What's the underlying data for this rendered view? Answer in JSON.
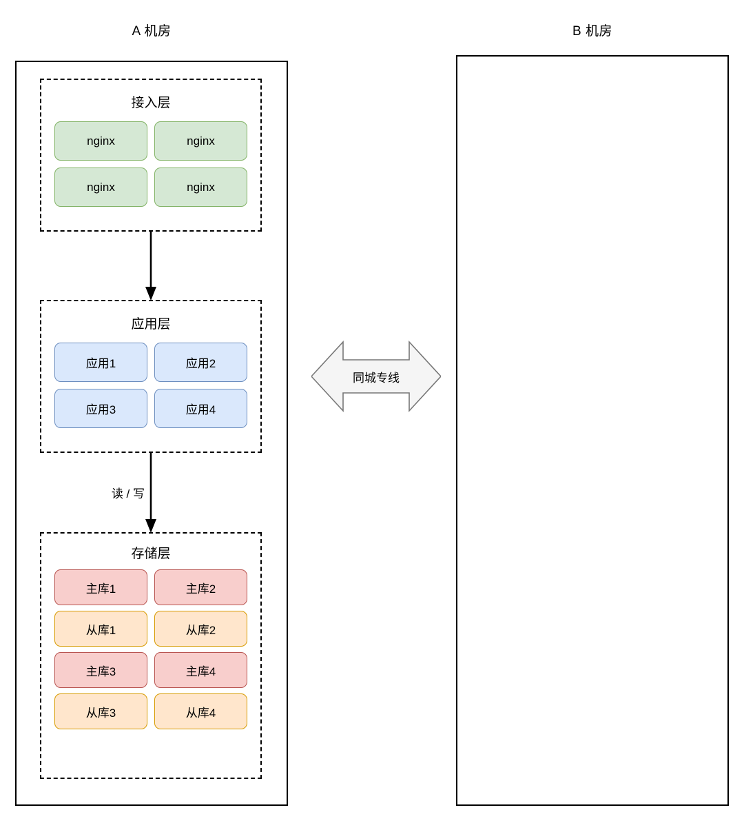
{
  "diagram": {
    "datacenters": [
      {
        "id": "a",
        "title": "A 机房",
        "layers": [
          {
            "id": "access",
            "title": "接入层",
            "style": "green",
            "nodes": [
              "nginx",
              "nginx",
              "nginx",
              "nginx"
            ]
          },
          {
            "id": "app",
            "title": "应用层",
            "style": "blue",
            "nodes": [
              "应用1",
              "应用2",
              "应用3",
              "应用4"
            ]
          },
          {
            "id": "storage",
            "title": "存储层",
            "styles": [
              "red",
              "red",
              "orange",
              "orange",
              "red",
              "red",
              "orange",
              "orange"
            ],
            "nodes": [
              "主库1",
              "主库2",
              "从库1",
              "从库2",
              "主库3",
              "主库4",
              "从库3",
              "从库4"
            ]
          }
        ]
      },
      {
        "id": "b",
        "title": "B 机房",
        "layers": []
      }
    ],
    "connectors": [
      {
        "id": "access-to-app",
        "label": ""
      },
      {
        "id": "app-to-storage",
        "label": "读 / 写"
      }
    ],
    "link": {
      "label": "同城专线"
    }
  },
  "colors": {
    "access_fill": "#d5e8d4",
    "access_stroke": "#82b366",
    "app_fill": "#dae8fc",
    "app_stroke": "#6c8ebf",
    "master_fill": "#f8cecc",
    "master_stroke": "#b85450",
    "slave_fill": "#ffe6cc",
    "slave_stroke": "#d79b00",
    "outline": "#000000",
    "link_fill": "#f5f5f5",
    "link_stroke": "#666666"
  }
}
